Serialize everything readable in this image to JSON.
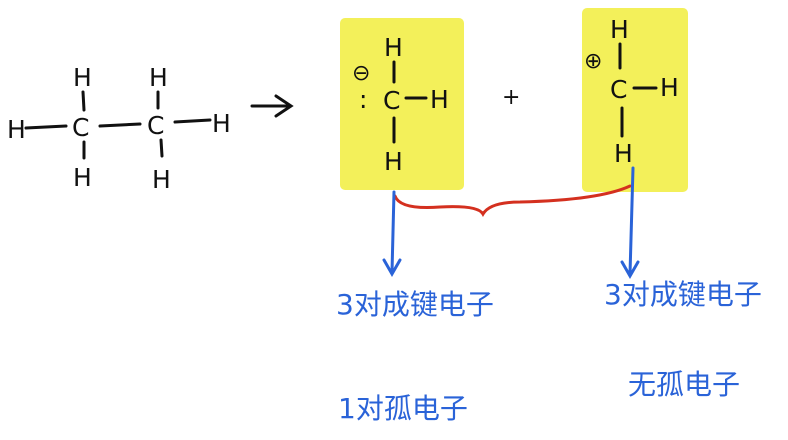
{
  "colors": {
    "ink": "#111111",
    "highlight": "#f3f05a",
    "brace": "#d4301f",
    "annotation": "#2a63d8"
  },
  "ethane": {
    "atoms": {
      "c1": "C",
      "c2": "C",
      "h_left": "H",
      "h_c1_top": "H",
      "h_c1_bottom": "H",
      "h_c2_top": "H",
      "h_c2_bottom": "H",
      "h_right": "H"
    }
  },
  "reaction_arrow": "→",
  "plus_sign": "+",
  "carbanion": {
    "charge": "⊖",
    "lone_pair": ":",
    "carbon": "C",
    "h_top": "H",
    "h_right": "H",
    "h_bottom": "H",
    "bonding_pairs_note": "3对成键电子",
    "lone_pairs_note": "1对孤电子"
  },
  "carbocation": {
    "charge": "⊕",
    "carbon": "C",
    "h_top": "H",
    "h_right": "H",
    "h_bottom": "H",
    "bonding_pairs_note": "3对成键电子",
    "lone_pairs_note": "无孤电子"
  }
}
